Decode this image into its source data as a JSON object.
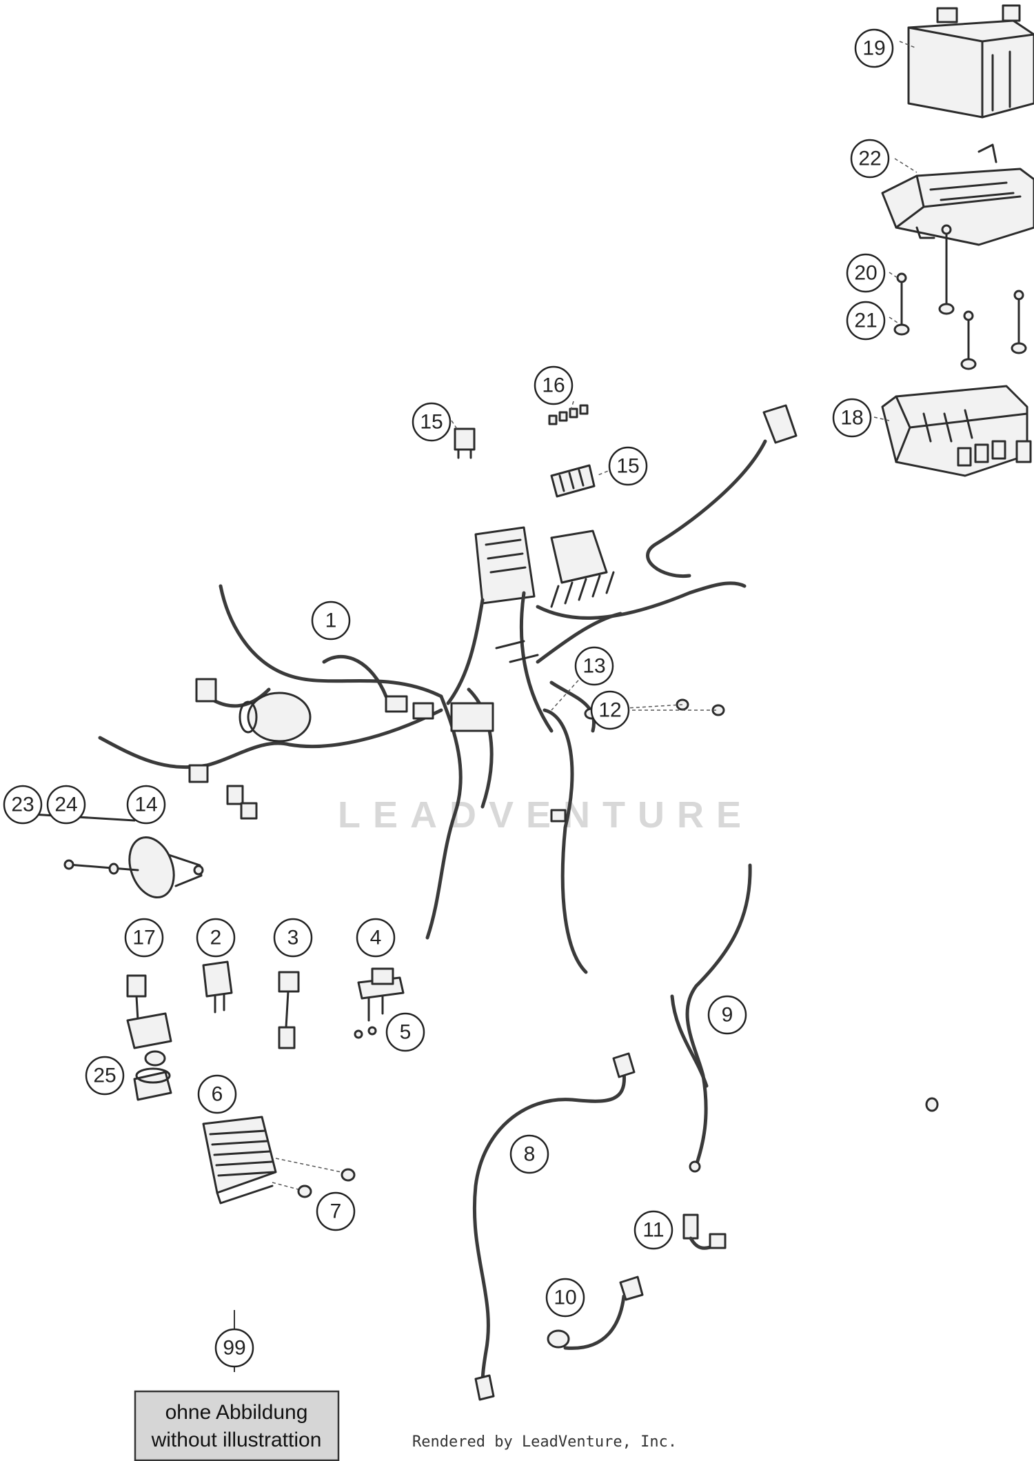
{
  "callouts": [
    {
      "id": "c1",
      "label": "1"
    },
    {
      "id": "c2",
      "label": "2"
    },
    {
      "id": "c3",
      "label": "3"
    },
    {
      "id": "c4",
      "label": "4"
    },
    {
      "id": "c5",
      "label": "5"
    },
    {
      "id": "c6",
      "label": "6"
    },
    {
      "id": "c7",
      "label": "7"
    },
    {
      "id": "c8",
      "label": "8"
    },
    {
      "id": "c9",
      "label": "9"
    },
    {
      "id": "c10",
      "label": "10"
    },
    {
      "id": "c11",
      "label": "11"
    },
    {
      "id": "c12",
      "label": "12"
    },
    {
      "id": "c13",
      "label": "13"
    },
    {
      "id": "c14",
      "label": "14"
    },
    {
      "id": "c15a",
      "label": "15"
    },
    {
      "id": "c15b",
      "label": "15"
    },
    {
      "id": "c16",
      "label": "16"
    },
    {
      "id": "c17",
      "label": "17"
    },
    {
      "id": "c18",
      "label": "18"
    },
    {
      "id": "c19",
      "label": "19"
    },
    {
      "id": "c20",
      "label": "20"
    },
    {
      "id": "c21",
      "label": "21"
    },
    {
      "id": "c22",
      "label": "22"
    },
    {
      "id": "c23",
      "label": "23"
    },
    {
      "id": "c24",
      "label": "24"
    },
    {
      "id": "c25",
      "label": "25"
    },
    {
      "id": "c99",
      "label": "99"
    }
  ],
  "note": {
    "line1": "ohne Abbildung",
    "line2": "without illustrattion"
  },
  "watermark": "LEADVENTURE",
  "credit": "Rendered by LeadVenture, Inc."
}
